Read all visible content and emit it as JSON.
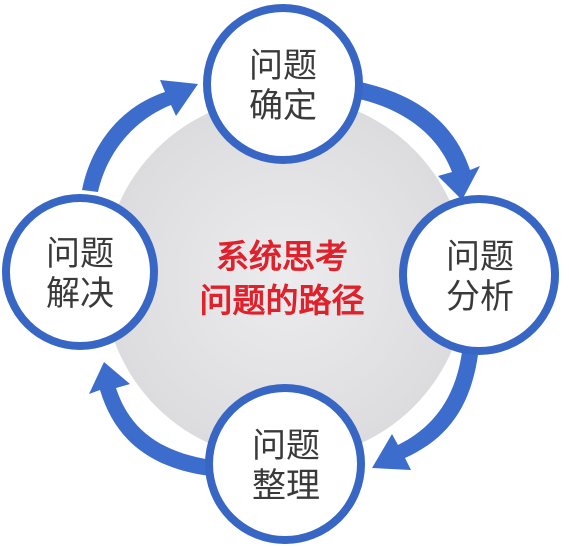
{
  "center": {
    "line1": "系统思考",
    "line2": "问题的路径"
  },
  "nodes": [
    {
      "id": "confirm",
      "line1": "问题",
      "line2": "确定"
    },
    {
      "id": "analyze",
      "line1": "问题",
      "line2": "分析"
    },
    {
      "id": "organize",
      "line1": "问题",
      "line2": "整理"
    },
    {
      "id": "solve",
      "line1": "问题",
      "line2": "解决"
    }
  ],
  "colors": {
    "ring": "#3866c4",
    "arrow": "#3d6dcc",
    "center_disc": "#e8e8ea",
    "node_fill": "#ffffff",
    "center_text": "#e0202a",
    "node_text": "#3a3a3a"
  },
  "flow_direction": "clockwise"
}
